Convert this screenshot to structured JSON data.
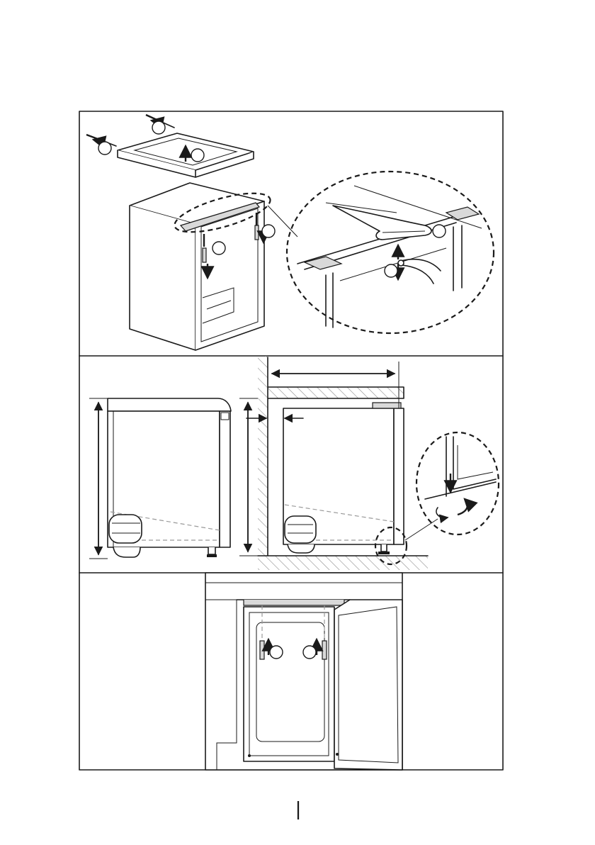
{
  "panels": [
    {
      "id": "top-removal",
      "callouts": [
        "",
        "",
        "",
        "",
        "",
        "",
        ""
      ]
    },
    {
      "id": "middle-dimensions",
      "callouts": []
    },
    {
      "id": "bottom-fixing",
      "callouts": [
        "",
        ""
      ]
    }
  ],
  "footer": {
    "separator": "|"
  },
  "colors": {
    "line": "#1a1a1a",
    "background": "#ffffff",
    "hatch_gray": "#8c8c8c"
  }
}
